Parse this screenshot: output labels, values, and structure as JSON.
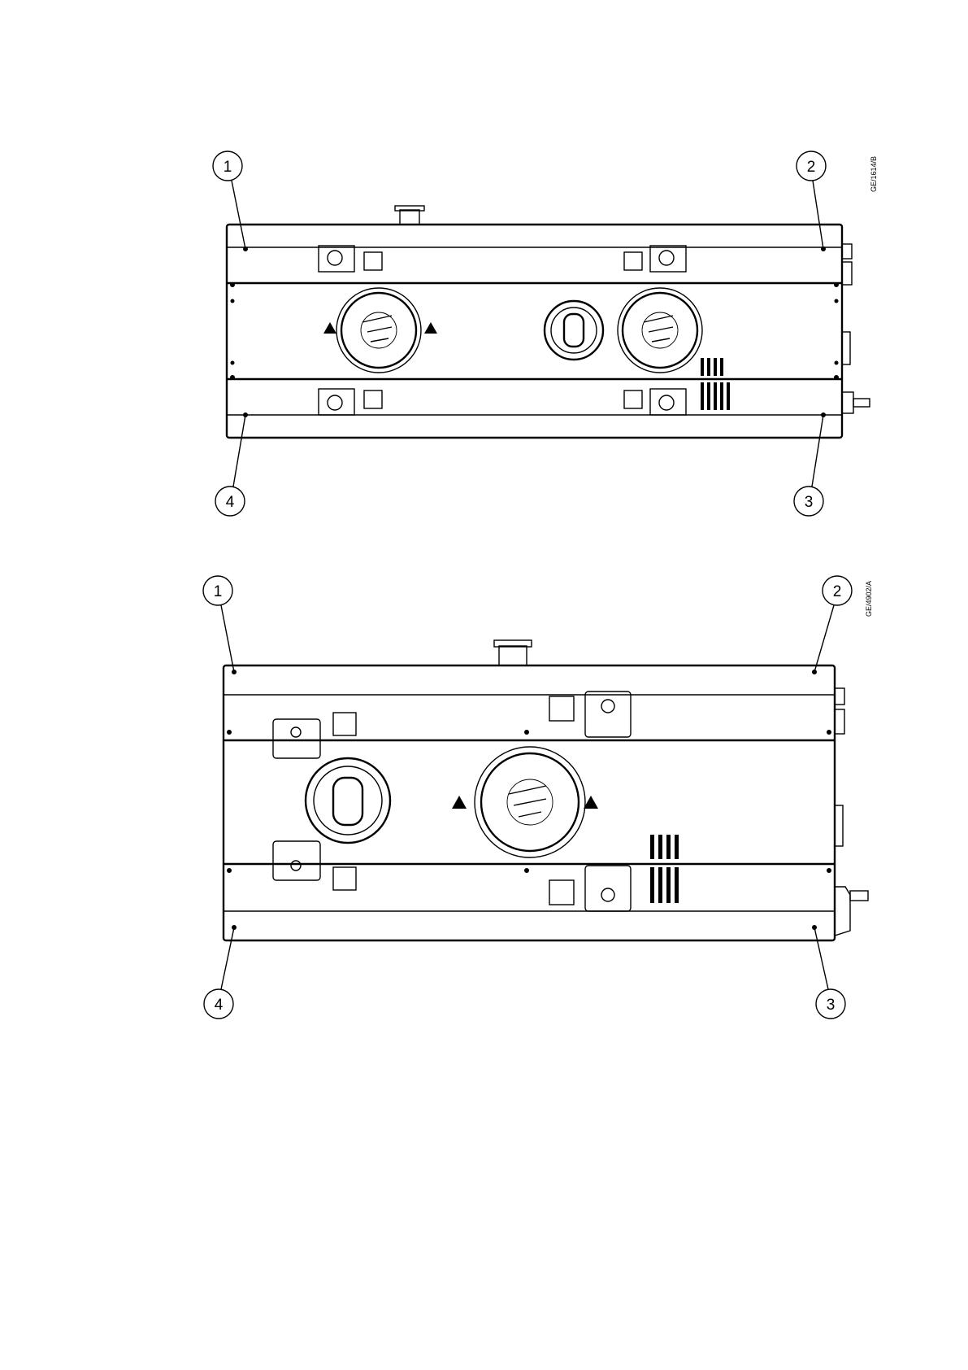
{
  "drawings": [
    {
      "reference": "GE/1614/B",
      "callouts": [
        "1",
        "2",
        "3",
        "4"
      ]
    },
    {
      "reference": "GE/4902/A",
      "callouts": [
        "1",
        "2",
        "3",
        "4"
      ]
    }
  ]
}
